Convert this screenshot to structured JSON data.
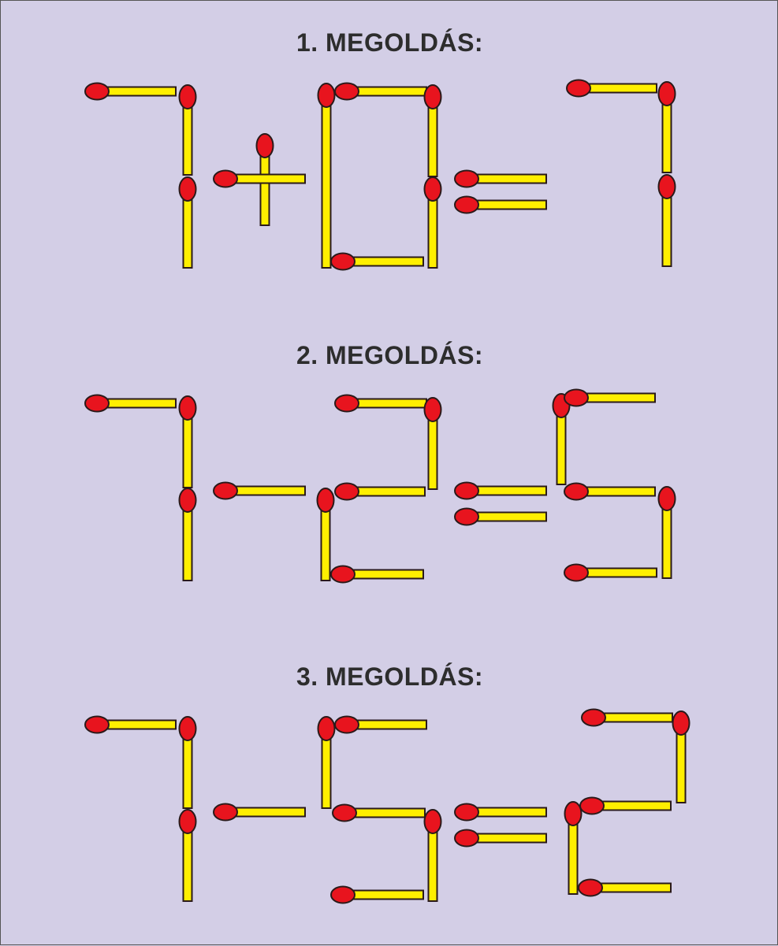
{
  "colors": {
    "background": "#d3cee6",
    "stick": "#ffef00",
    "head": "#e8141e",
    "outline": "#2a1a1a",
    "text": "#2d2d2d"
  },
  "solutions": [
    {
      "title": "1. MEGOLDÁS:",
      "equation": "7+0=7"
    },
    {
      "title": "2. MEGOLDÁS:",
      "equation": "7-2=5"
    },
    {
      "title": "3. MEGOLDÁS:",
      "equation": "7-5=2"
    }
  ]
}
